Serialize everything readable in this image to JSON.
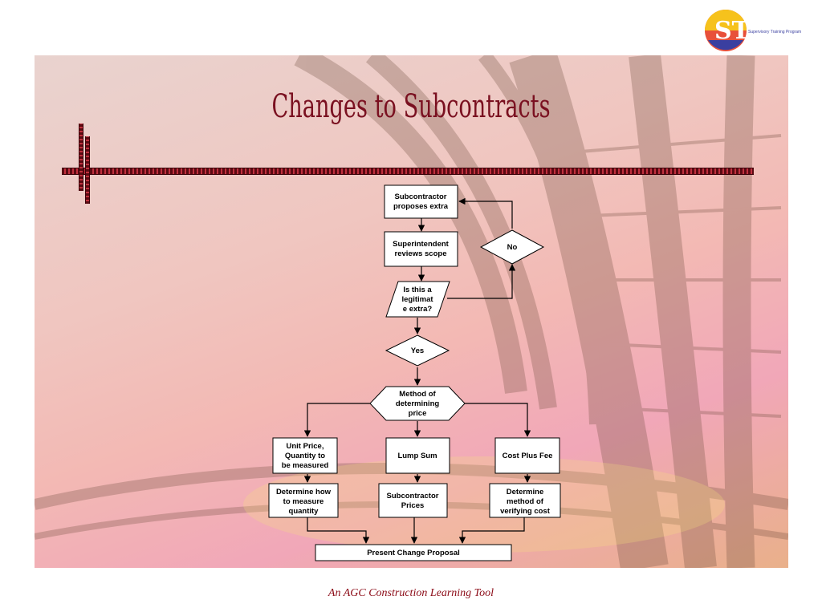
{
  "title": "Changes to Subcontracts",
  "footer": "An AGC Construction Learning Tool",
  "logo": {
    "letters": "STP",
    "text": "Supervisory Training Program"
  },
  "nodes": {
    "propose": [
      "Subcontractor",
      "proposes extra"
    ],
    "review": [
      "Superintendent",
      "reviews scope"
    ],
    "legit": [
      "Is this a",
      "legitimat",
      "e extra?"
    ],
    "no": [
      "No"
    ],
    "yes": [
      "Yes"
    ],
    "method": [
      "Method of",
      "determining",
      "price"
    ],
    "unit": [
      "Unit Price,",
      "Quantity to",
      "be measured"
    ],
    "lump": [
      "Lump Sum"
    ],
    "cost": [
      "Cost Plus Fee"
    ],
    "measure": [
      "Determine how",
      "to measure",
      "quantity"
    ],
    "prices": [
      "Subcontractor",
      "Prices"
    ],
    "verify": [
      "Determine",
      "method of",
      "verifying cost"
    ],
    "present": [
      "Present Change Proposal"
    ]
  },
  "colors": {
    "title": "#7a1020",
    "footer": "#8b0a16",
    "rule": "#c0303e"
  }
}
